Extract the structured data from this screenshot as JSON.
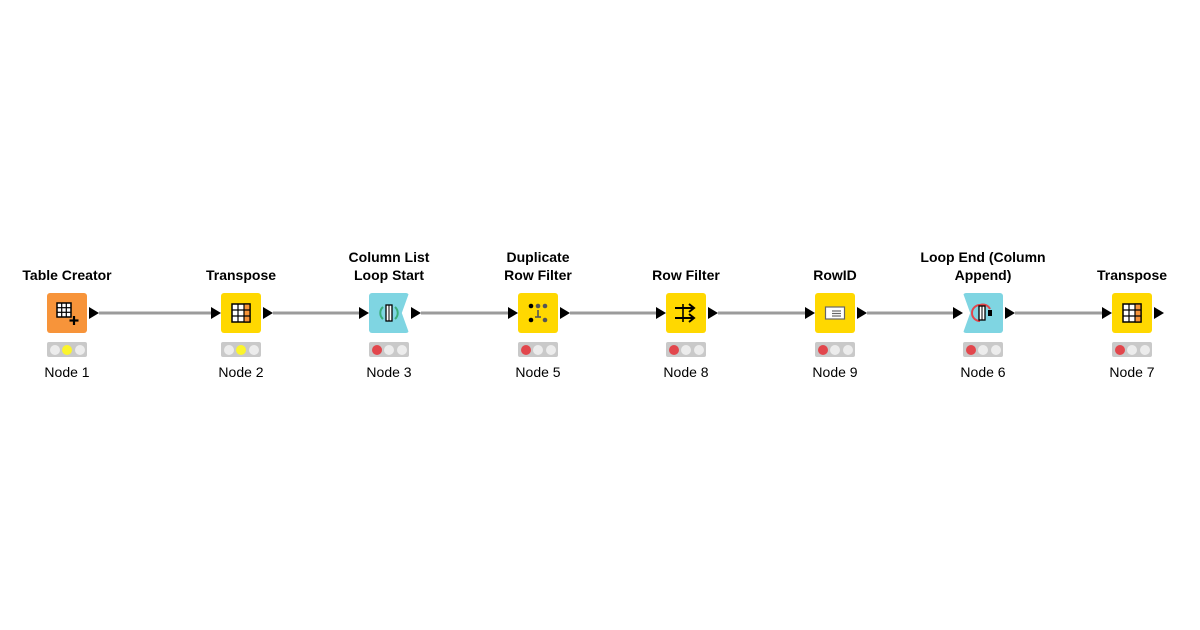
{
  "workflow": {
    "nodes": [
      {
        "id": "n1",
        "title": "Table Creator",
        "label": "Node 1",
        "kind": "source",
        "icon": "table-creator-icon",
        "has_in_port": false,
        "status": "configured"
      },
      {
        "id": "n2",
        "title": "Transpose",
        "label": "Node 2",
        "kind": "manip",
        "icon": "transpose-icon",
        "has_in_port": true,
        "status": "configured"
      },
      {
        "id": "n3",
        "title": "Column List\nLoop Start",
        "label": "Node 3",
        "kind": "loop-start",
        "icon": "loop-start-icon",
        "has_in_port": true,
        "status": "unconfigured"
      },
      {
        "id": "n5",
        "title": "Duplicate\nRow Filter",
        "label": "Node 5",
        "kind": "manip",
        "icon": "duplicate-row-filter-icon",
        "has_in_port": true,
        "status": "unconfigured"
      },
      {
        "id": "n8",
        "title": "Row Filter",
        "label": "Node 8",
        "kind": "manip",
        "icon": "row-filter-icon",
        "has_in_port": true,
        "status": "unconfigured"
      },
      {
        "id": "n9",
        "title": "RowID",
        "label": "Node 9",
        "kind": "manip",
        "icon": "rowid-icon",
        "has_in_port": true,
        "status": "unconfigured"
      },
      {
        "id": "n6",
        "title": "Loop End (Column\nAppend)",
        "label": "Node 6",
        "kind": "loop-end",
        "icon": "loop-end-icon",
        "has_in_port": true,
        "status": "unconfigured"
      },
      {
        "id": "n7",
        "title": "Transpose",
        "label": "Node 7",
        "kind": "manip",
        "icon": "transpose-icon",
        "has_in_port": true,
        "status": "unconfigured"
      }
    ],
    "connections": [
      [
        "n1",
        "n2"
      ],
      [
        "n2",
        "n3"
      ],
      [
        "n3",
        "n5"
      ],
      [
        "n5",
        "n8"
      ],
      [
        "n8",
        "n9"
      ],
      [
        "n9",
        "n6"
      ],
      [
        "n6",
        "n7"
      ]
    ],
    "colors": {
      "source": "#F7943A",
      "manip": "#FFD800",
      "loop": "#7FD5E2",
      "edge": "#9B9B9B",
      "status_red": "#E2464C",
      "status_yellow": "#FBF42C"
    }
  }
}
